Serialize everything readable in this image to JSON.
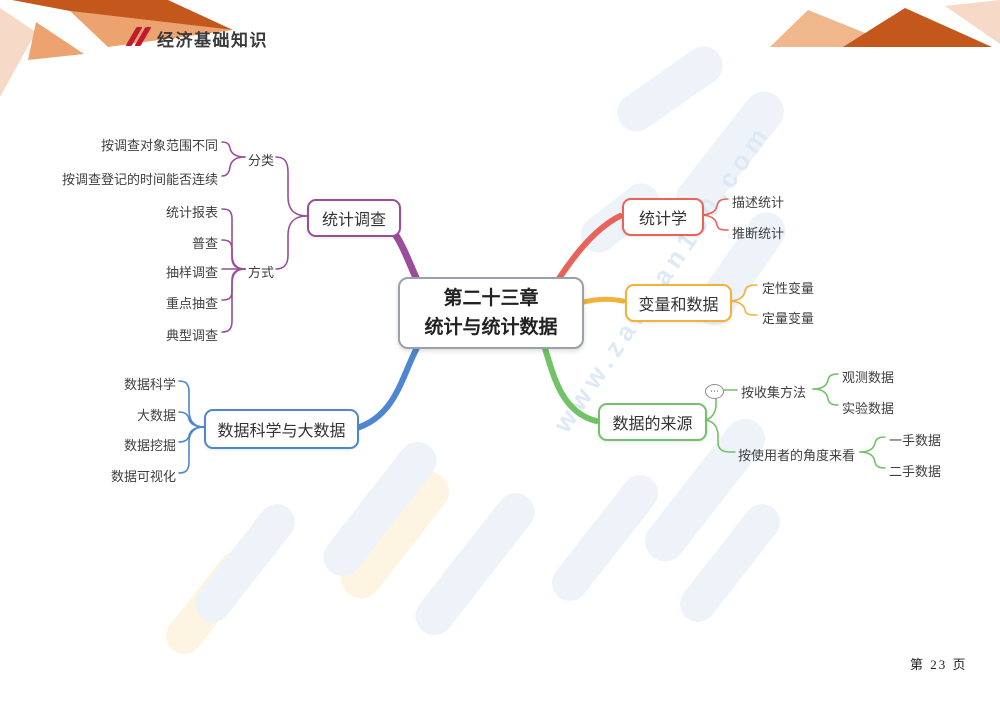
{
  "header": {
    "title": "经济基础知识",
    "accent_color": "#bf1c31"
  },
  "footer": {
    "page_text": "第 23 页"
  },
  "watermark": {
    "text": "www.zaixian100.com",
    "text_color": "#dde9f5"
  },
  "decoration": {
    "orange_dark": "#c4571c",
    "orange_mid": "#eda36f",
    "orange_pale": "#f6d9c6",
    "orange_peach": "#f0b68c"
  },
  "mindmap": {
    "center": {
      "line1": "第二十三章",
      "line2": "统计与统计数据",
      "border_color": "#9aa1ab"
    },
    "branches": [
      {
        "label": "统计调查",
        "color": "#9c4d99",
        "groups": [
          {
            "label": "分类",
            "children": [
              "按调查对象范围不同",
              "按调查登记的时间能否连续"
            ]
          },
          {
            "label": "方式",
            "children": [
              "统计报表",
              "普查",
              "抽样调查",
              "重点抽查",
              "典型调查"
            ]
          }
        ]
      },
      {
        "label": "统计学",
        "color": "#e8635a",
        "children": [
          "描述统计",
          "推断统计"
        ]
      },
      {
        "label": "变量和数据",
        "color": "#f2b138",
        "children": [
          "定性变量",
          "定量变量"
        ]
      },
      {
        "label": "数据的来源",
        "color": "#72c268",
        "groups": [
          {
            "label": "按收集方法",
            "icon": "ellipsis-bubble",
            "icon_glyph": "⋯",
            "children": [
              "观测数据",
              "实验数据"
            ]
          },
          {
            "label": "按使用者的角度来看",
            "children": [
              "一手数据",
              "二手数据"
            ]
          }
        ]
      },
      {
        "label": "数据科学与大数据",
        "color": "#4e86d1",
        "children": [
          "数据科学",
          "大数据",
          "数据挖掘",
          "数据可视化"
        ]
      }
    ]
  }
}
